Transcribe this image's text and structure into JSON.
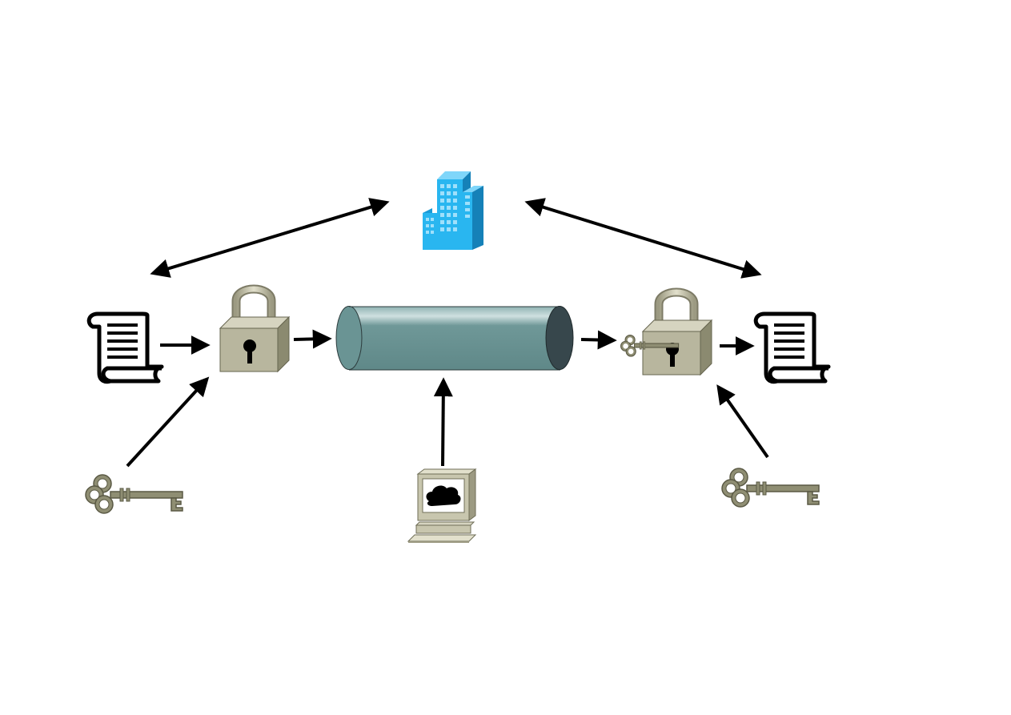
{
  "diagram": {
    "description_nodes": [
      {
        "id": "key-authority",
        "icon": "office-building-icon"
      },
      {
        "id": "sender-document",
        "icon": "document-scroll-icon"
      },
      {
        "id": "sender-lock",
        "icon": "padlock-icon"
      },
      {
        "id": "sender-key",
        "icon": "key-icon"
      },
      {
        "id": "channel",
        "icon": "pipe-channel-icon"
      },
      {
        "id": "eavesdropper",
        "icon": "computer-icon"
      },
      {
        "id": "receiver-lock",
        "icon": "padlock-with-key-icon"
      },
      {
        "id": "receiver-key",
        "icon": "key-icon"
      },
      {
        "id": "receiver-document",
        "icon": "document-scroll-icon"
      }
    ],
    "colors": {
      "arrow": "#000000",
      "building": "#29b6f0",
      "lock_body": "#b8b69e",
      "key": "#8f8e73",
      "pipe": "#6a9494",
      "pipe_end": "#37474c",
      "computer": "#c8c6ae"
    }
  }
}
